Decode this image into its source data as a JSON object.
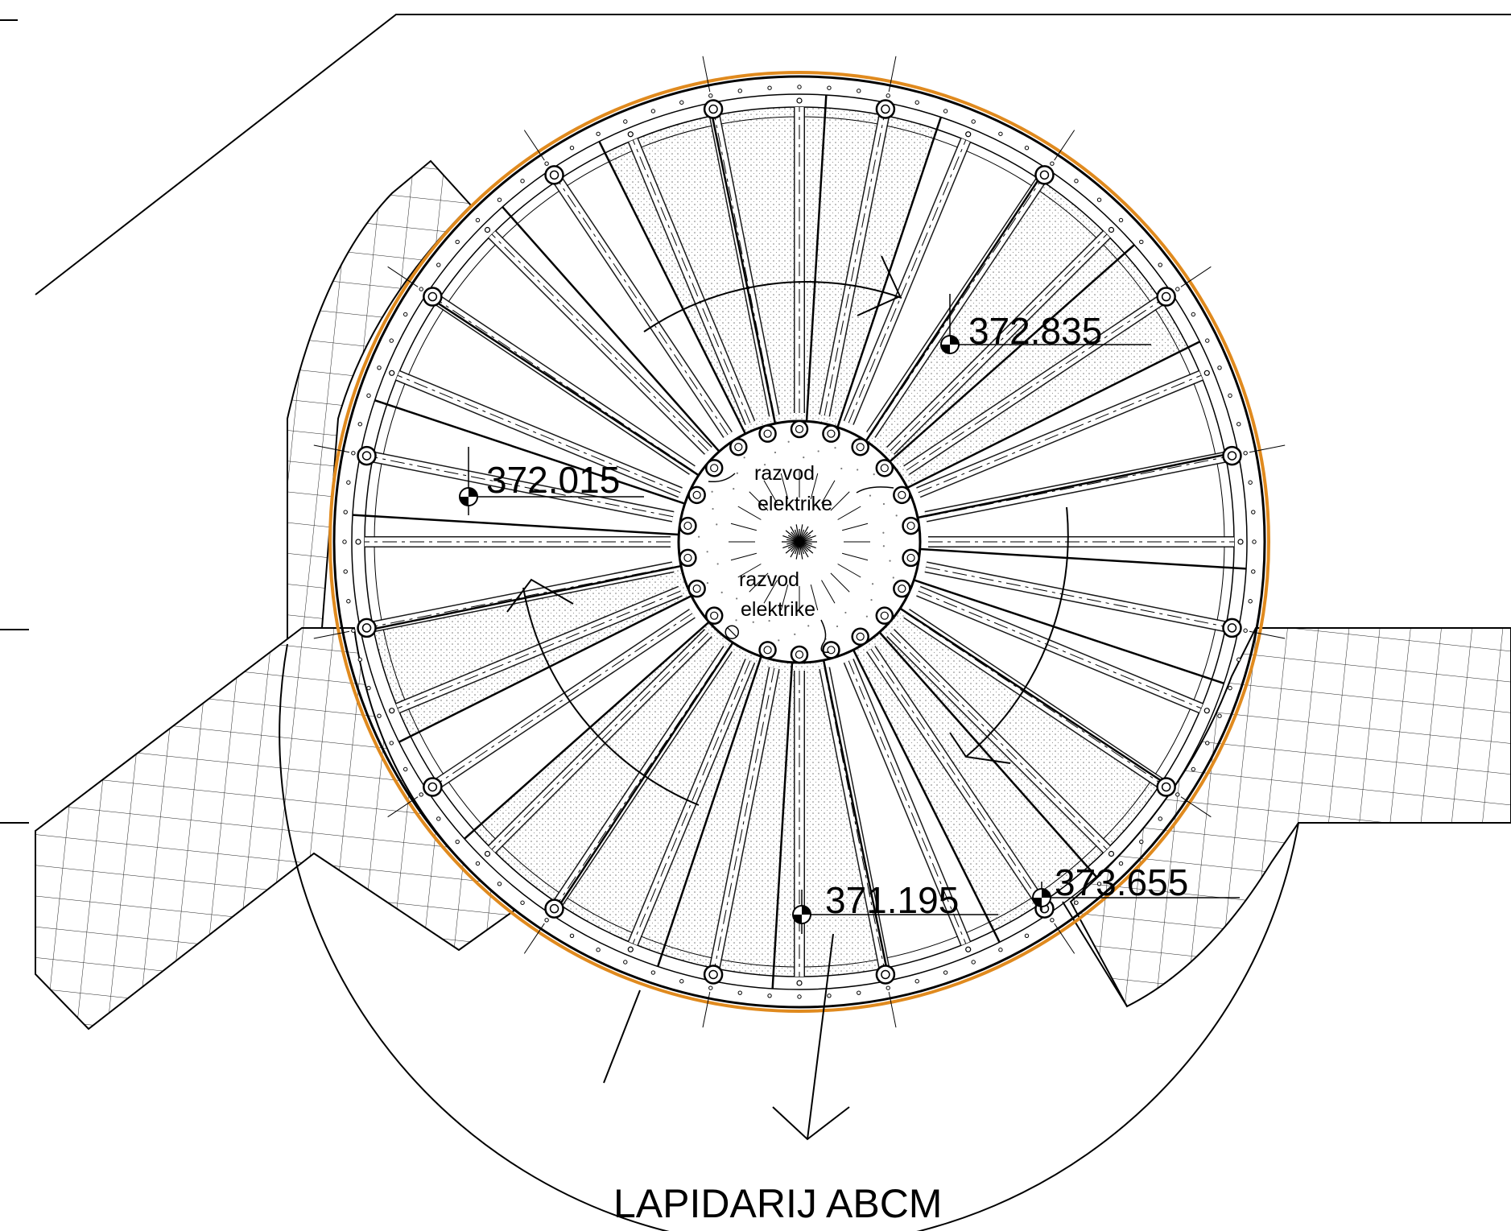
{
  "title": "LAPIDARIJ ABCM",
  "notes": {
    "upper": [
      "razvod",
      "elektrike"
    ],
    "lower": [
      "razvod",
      "elektrike"
    ]
  },
  "elevations": [
    {
      "id": "ne",
      "value": "372.835"
    },
    {
      "id": "w",
      "value": "372.015"
    },
    {
      "id": "s",
      "value": "371.195"
    },
    {
      "id": "se",
      "value": "373.655"
    }
  ],
  "colors": {
    "line": "#000000",
    "outer_ring": "#e08a1e",
    "paving_fill": "#ffffff",
    "dot_fill": "#7a7a7a"
  }
}
